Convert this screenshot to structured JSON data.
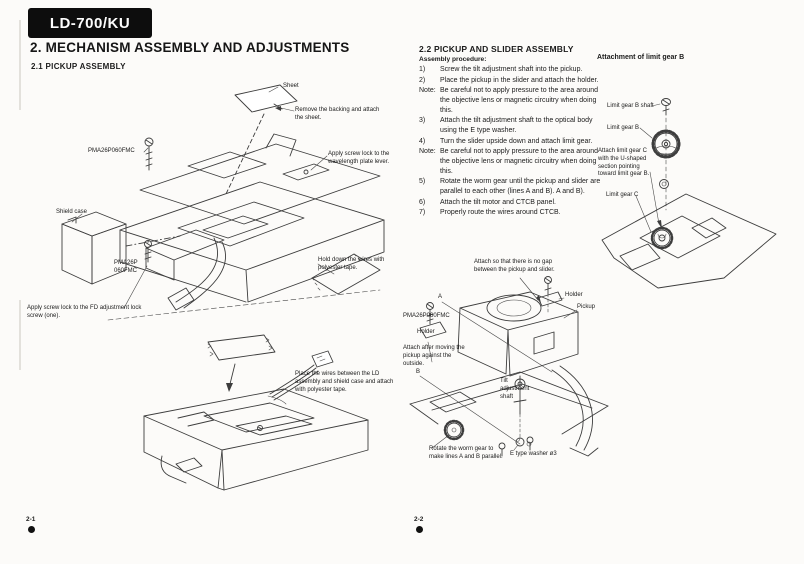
{
  "badge": {
    "model": "LD-700/KU"
  },
  "titles": {
    "main": "2.  MECHANISM ASSEMBLY AND ADJUSTMENTS",
    "sub": "2.1  PICKUP ASSEMBLY"
  },
  "section22": {
    "heading": "2.2  PICKUP AND SLIDER ASSEMBLY",
    "procedure_label": "Assembly procedure:",
    "steps": [
      {
        "n": "1)",
        "t": "Screw the tilt adjustment shaft into the pickup."
      },
      {
        "n": "2)",
        "t": "Place the pickup in the slider and attach the holder."
      },
      {
        "n": "Note:",
        "t": "Be careful not to apply pressure to the area around the objective lens or magnetic circuitry when doing this."
      },
      {
        "n": "3)",
        "t": "Attach the tilt adjustment shaft to the optical body using the E type washer."
      },
      {
        "n": "4)",
        "t": "Turn the slider upside down and attach limit gear."
      },
      {
        "n": "Note:",
        "t": "Be careful not to apply pressure to the area around the objective lens or magnetic circuitry when doing this."
      },
      {
        "n": "5)",
        "t": "Rotate the worm gear until the pickup and slider are parallel to each other (lines A and B). A and B)."
      },
      {
        "n": "6)",
        "t": "Attach the tilt motor and CTCB panel."
      },
      {
        "n": "7)",
        "t": "Properly route the wires around CTCB."
      }
    ]
  },
  "pickup_diagram": {
    "sheet": "Sheet",
    "remove_backing": "Remove the backing and attach the sheet.",
    "screw_top": "PMA26P060FMC",
    "wavelength_lock": "Apply screw lock to the wavelength plate lever.",
    "shield_case": "Shield case",
    "screw_mid": "PMA26P\n060FMC",
    "hold_wires": "Hold down the wires with polyester tape.",
    "fd_lock": "Apply screw lock to the FD adjustment lock screw (one)."
  },
  "bottom_diagram": {
    "place_wires": "Place the wires between the LD assembly and shield case and attach with polyester tape."
  },
  "slider_diagram": {
    "no_gap": "Attach so that there is no gap between the pickup and slider.",
    "line_a": "A",
    "line_b": "B",
    "screw": "PMA26P060FMC",
    "holder_left": "Holder",
    "holder_right": "Holder",
    "pickup": "Pickup",
    "attach_outside": "Attach after moving the pickup against the outside.",
    "tilt_shaft": "Tilt\nadjustment\nshaft",
    "rotate_worm": "Rotate the worm gear to make lines A and B parallel.",
    "e_washer": "E type washer ø3"
  },
  "limit_gear": {
    "heading": "Attachment of limit gear B",
    "gear_b_shaft": "Limit gear B shaft",
    "gear_b": "Limit gear B",
    "attach_c": "Attach limit gear C with the U-shaped section pointing toward limit gear B.",
    "gear_c": "Limit gear C"
  },
  "footer": {
    "left": "2-1",
    "right": "2-2"
  }
}
